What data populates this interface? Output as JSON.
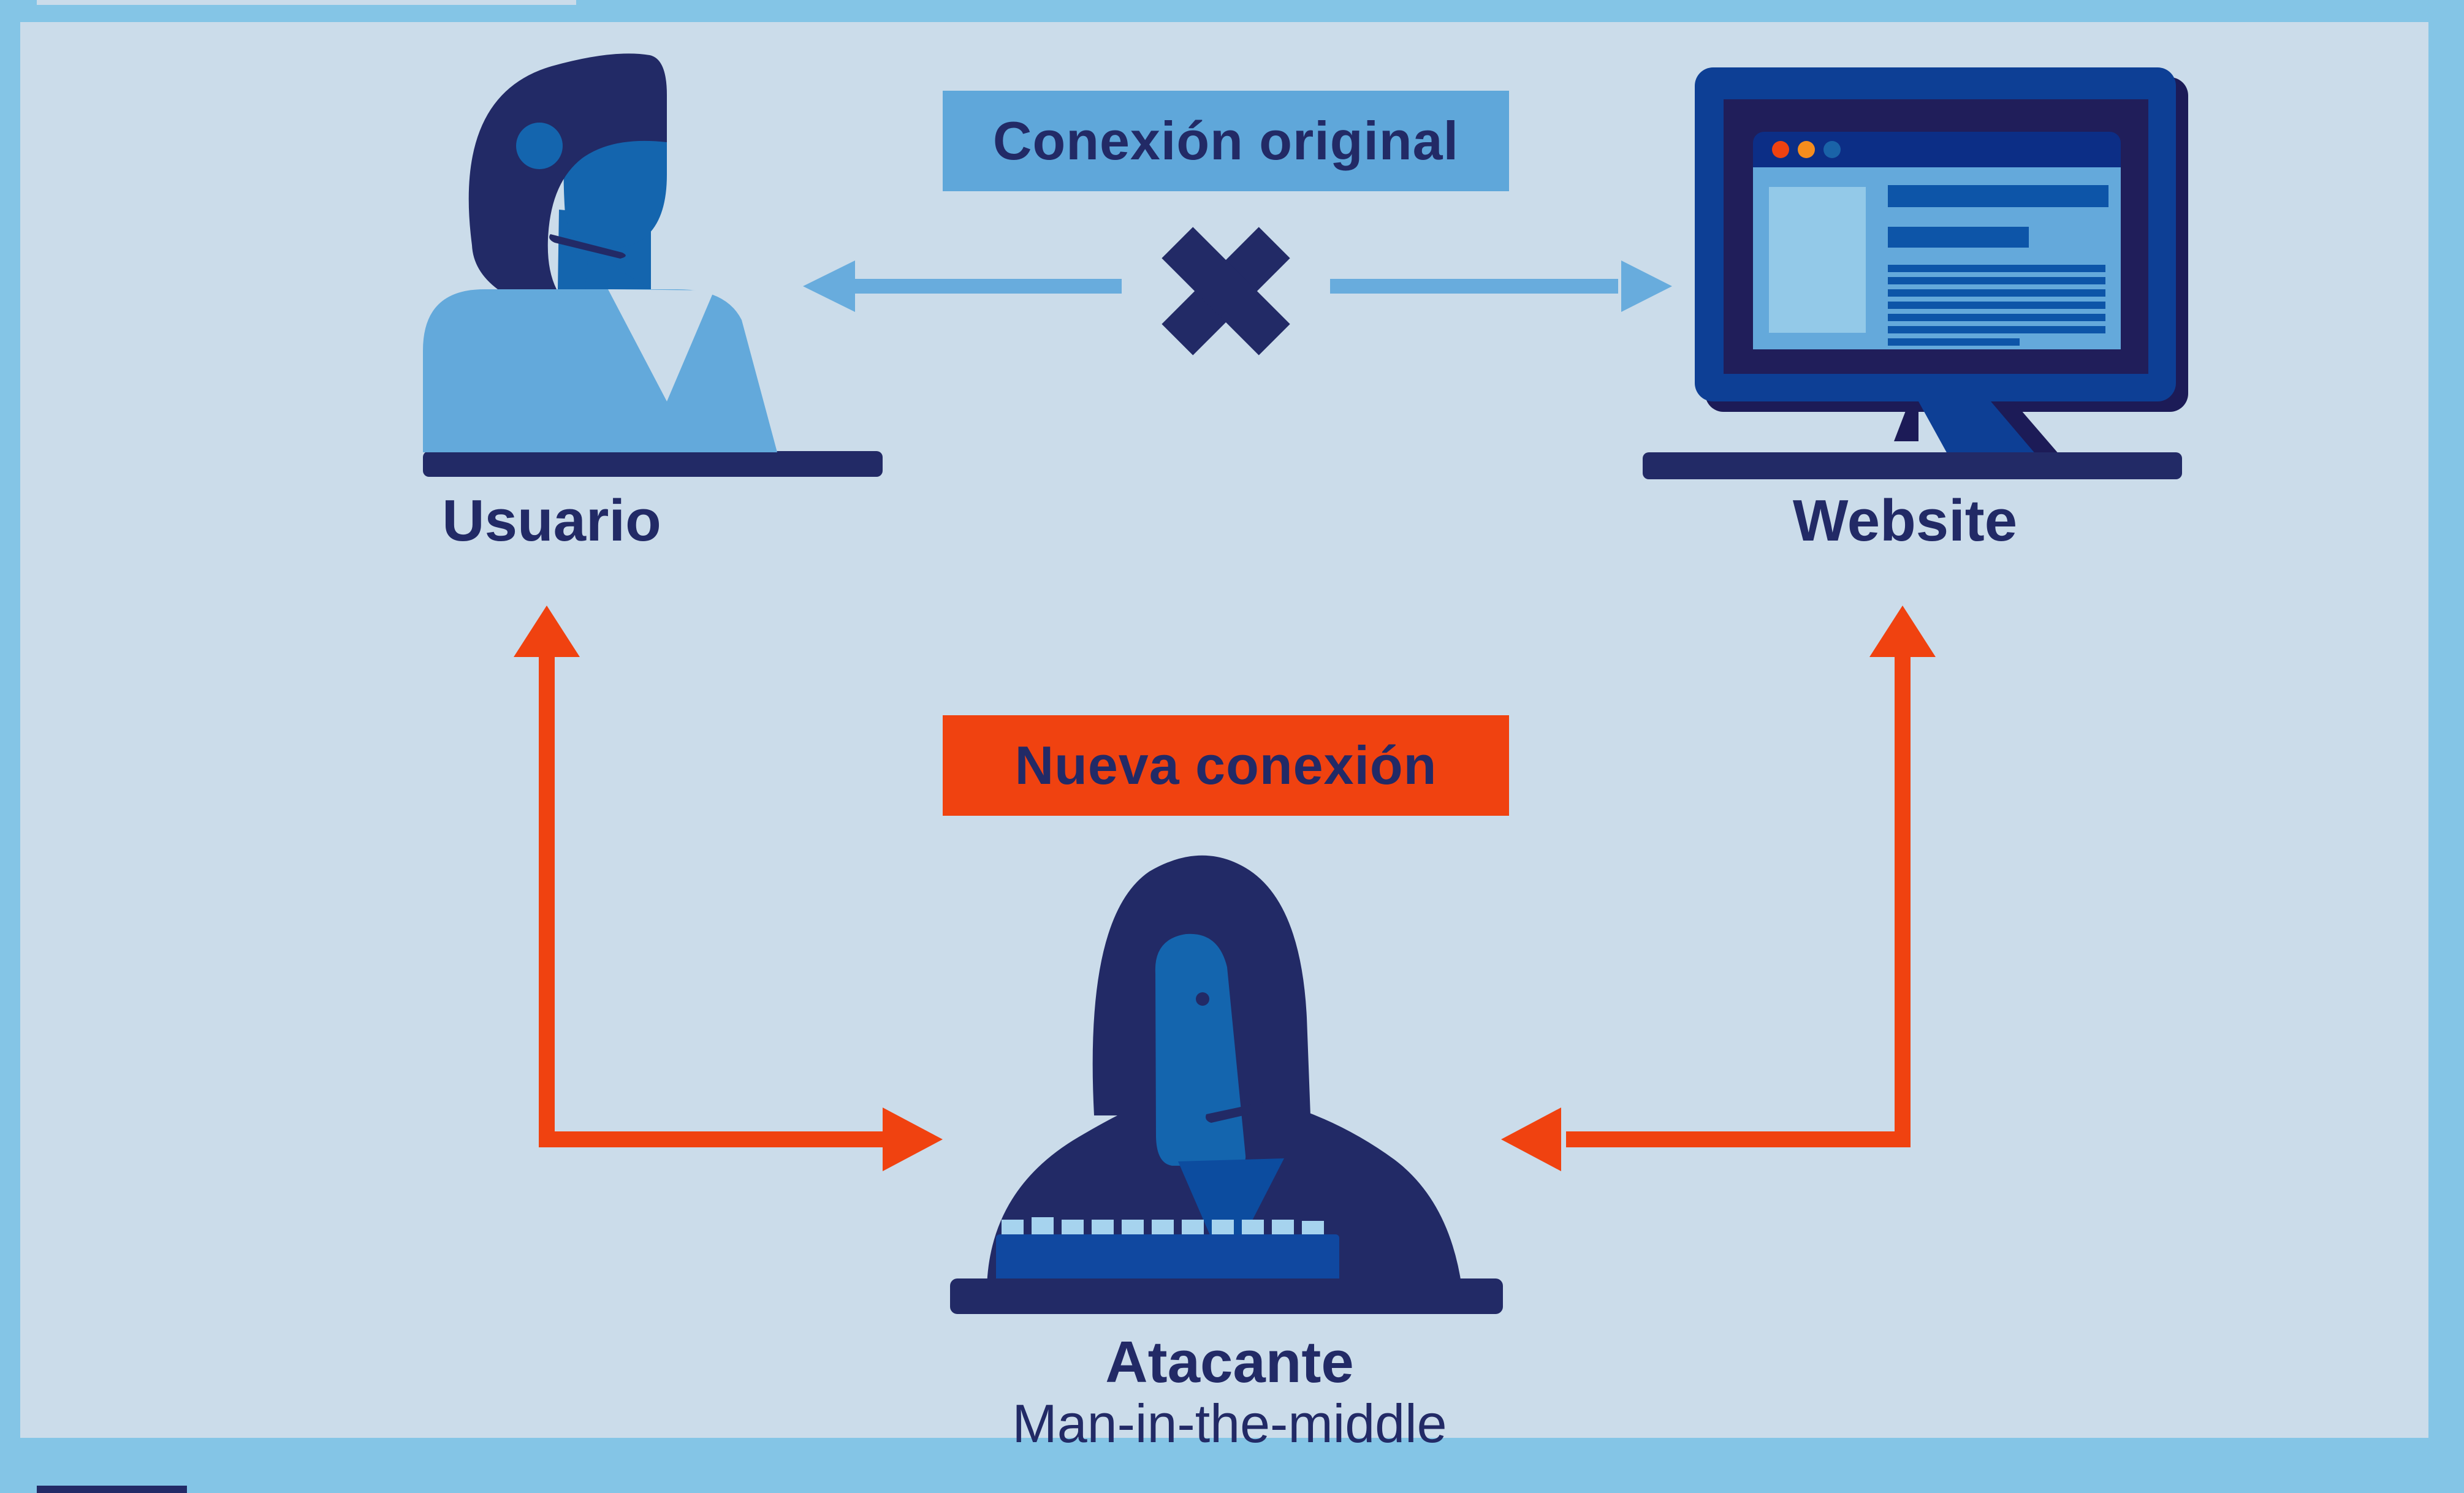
{
  "title": "Man-in-the-middle attack diagram",
  "colors": {
    "frame": "#84c5e6",
    "background": "#cbdcea",
    "navy": "#222a66",
    "royal_blue": "#0d3f95",
    "browser_chrome": "#0c2e86",
    "content_blue": "#64a9db",
    "sidebar_blue": "#93c9e8",
    "text_line_blue": "#0d55a8",
    "shirt_blue": "#63a9db",
    "face_blue": "#1465ae",
    "chest_blue": "#0c4c9f",
    "key_blue": "#a6d3ee",
    "label_box_blue": "#5fa7da",
    "arrow_blue": "#68acdd",
    "orange": "#f04210",
    "dot_red": "#f04210",
    "dot_orange": "#f68d1d",
    "dot_blue": "#1a63a8"
  },
  "nodes": {
    "user": {
      "label": "Usuario"
    },
    "website": {
      "label": "Website"
    },
    "attacker": {
      "label": "Atacante",
      "sublabel": "Man-in-the-middle"
    }
  },
  "connections": {
    "original": {
      "label": "Conexión original",
      "status": "blocked"
    },
    "new": {
      "label": "Nueva conexión"
    }
  }
}
